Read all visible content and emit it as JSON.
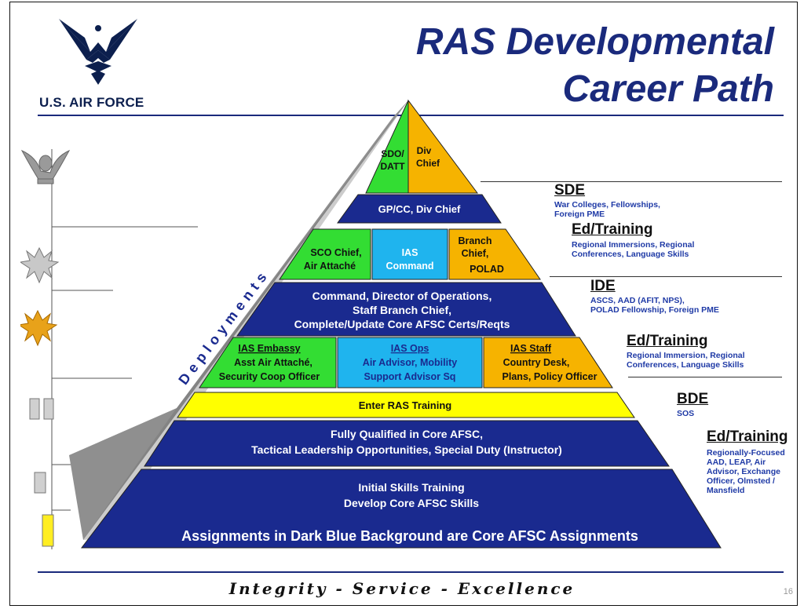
{
  "title": {
    "line1": "RAS Developmental",
    "line2": "Career Path"
  },
  "brand": "U.S. AIR FORCE",
  "side_label": "Deployments",
  "pyramid": {
    "apex_left": [
      "SDO/",
      "DATT"
    ],
    "apex_right": [
      "Div",
      "Chief"
    ],
    "gp_cc": "GP/CC, Div Chief",
    "sco_chief": [
      "SCO Chief,",
      "Air Attaché"
    ],
    "ias_command": [
      "IAS",
      "Command"
    ],
    "branch_chief": [
      "Branch",
      "Chief,",
      "POLAD"
    ],
    "command_row": [
      "Command, Director of Operations,",
      "Staff Branch Chief,",
      "Complete/Update Core AFSC Certs/Reqts"
    ],
    "ias_embassy": {
      "head": "IAS Embassy",
      "lines": [
        "Asst Air Attaché,",
        "Security Coop Officer"
      ]
    },
    "ias_ops": {
      "head": "IAS Ops",
      "lines": [
        "Air Advisor, Mobility",
        "Support Advisor Sq"
      ]
    },
    "ias_staff": {
      "head": "IAS Staff",
      "lines": [
        "Country Desk,",
        "Plans,  Policy Officer"
      ]
    },
    "enter_ras": "Enter RAS Training",
    "fully_qualified": [
      "Fully Qualified in Core AFSC,",
      "Tactical Leadership Opportunities, Special Duty (Instructor)"
    ],
    "initial_skills": [
      "Initial Skills Training",
      "Develop Core AFSC Skills"
    ],
    "base_note": "Assignments in Dark Blue Background are Core AFSC Assignments"
  },
  "education": [
    {
      "heading": "SDE",
      "lines": [
        "War Colleges, Fellowships,",
        "Foreign PME"
      ]
    },
    {
      "heading": "Ed/Training",
      "lines": [
        "Regional Immersions, Regional",
        "Conferences, Language Skills"
      ]
    },
    {
      "heading": "IDE",
      "lines": [
        "ASCS, AAD (AFIT, NPS),",
        "POLAD Fellowship, Foreign PME"
      ]
    },
    {
      "heading": "Ed/Training",
      "lines": [
        "Regional Immersion, Regional",
        "Conferences, Language Skills"
      ]
    },
    {
      "heading": "BDE",
      "lines": [
        "SOS"
      ]
    },
    {
      "heading": "Ed/Training",
      "lines": [
        "Regionally-Focused",
        "AAD,  LEAP,  Air",
        "Advisor,  Exchange",
        "Officer,  Olmsted /",
        "Mansfield"
      ]
    }
  ],
  "footer": "Integrity - Service - Excellence",
  "page_number": "16",
  "colors": {
    "dark_blue": "#1a2a8f",
    "green": "#33dd33",
    "cyan": "#1fb4ee",
    "orange": "#f6b300",
    "yellow": "#ffff00",
    "gray": "#8a8a8a",
    "title_blue": "#1a2a7c"
  }
}
